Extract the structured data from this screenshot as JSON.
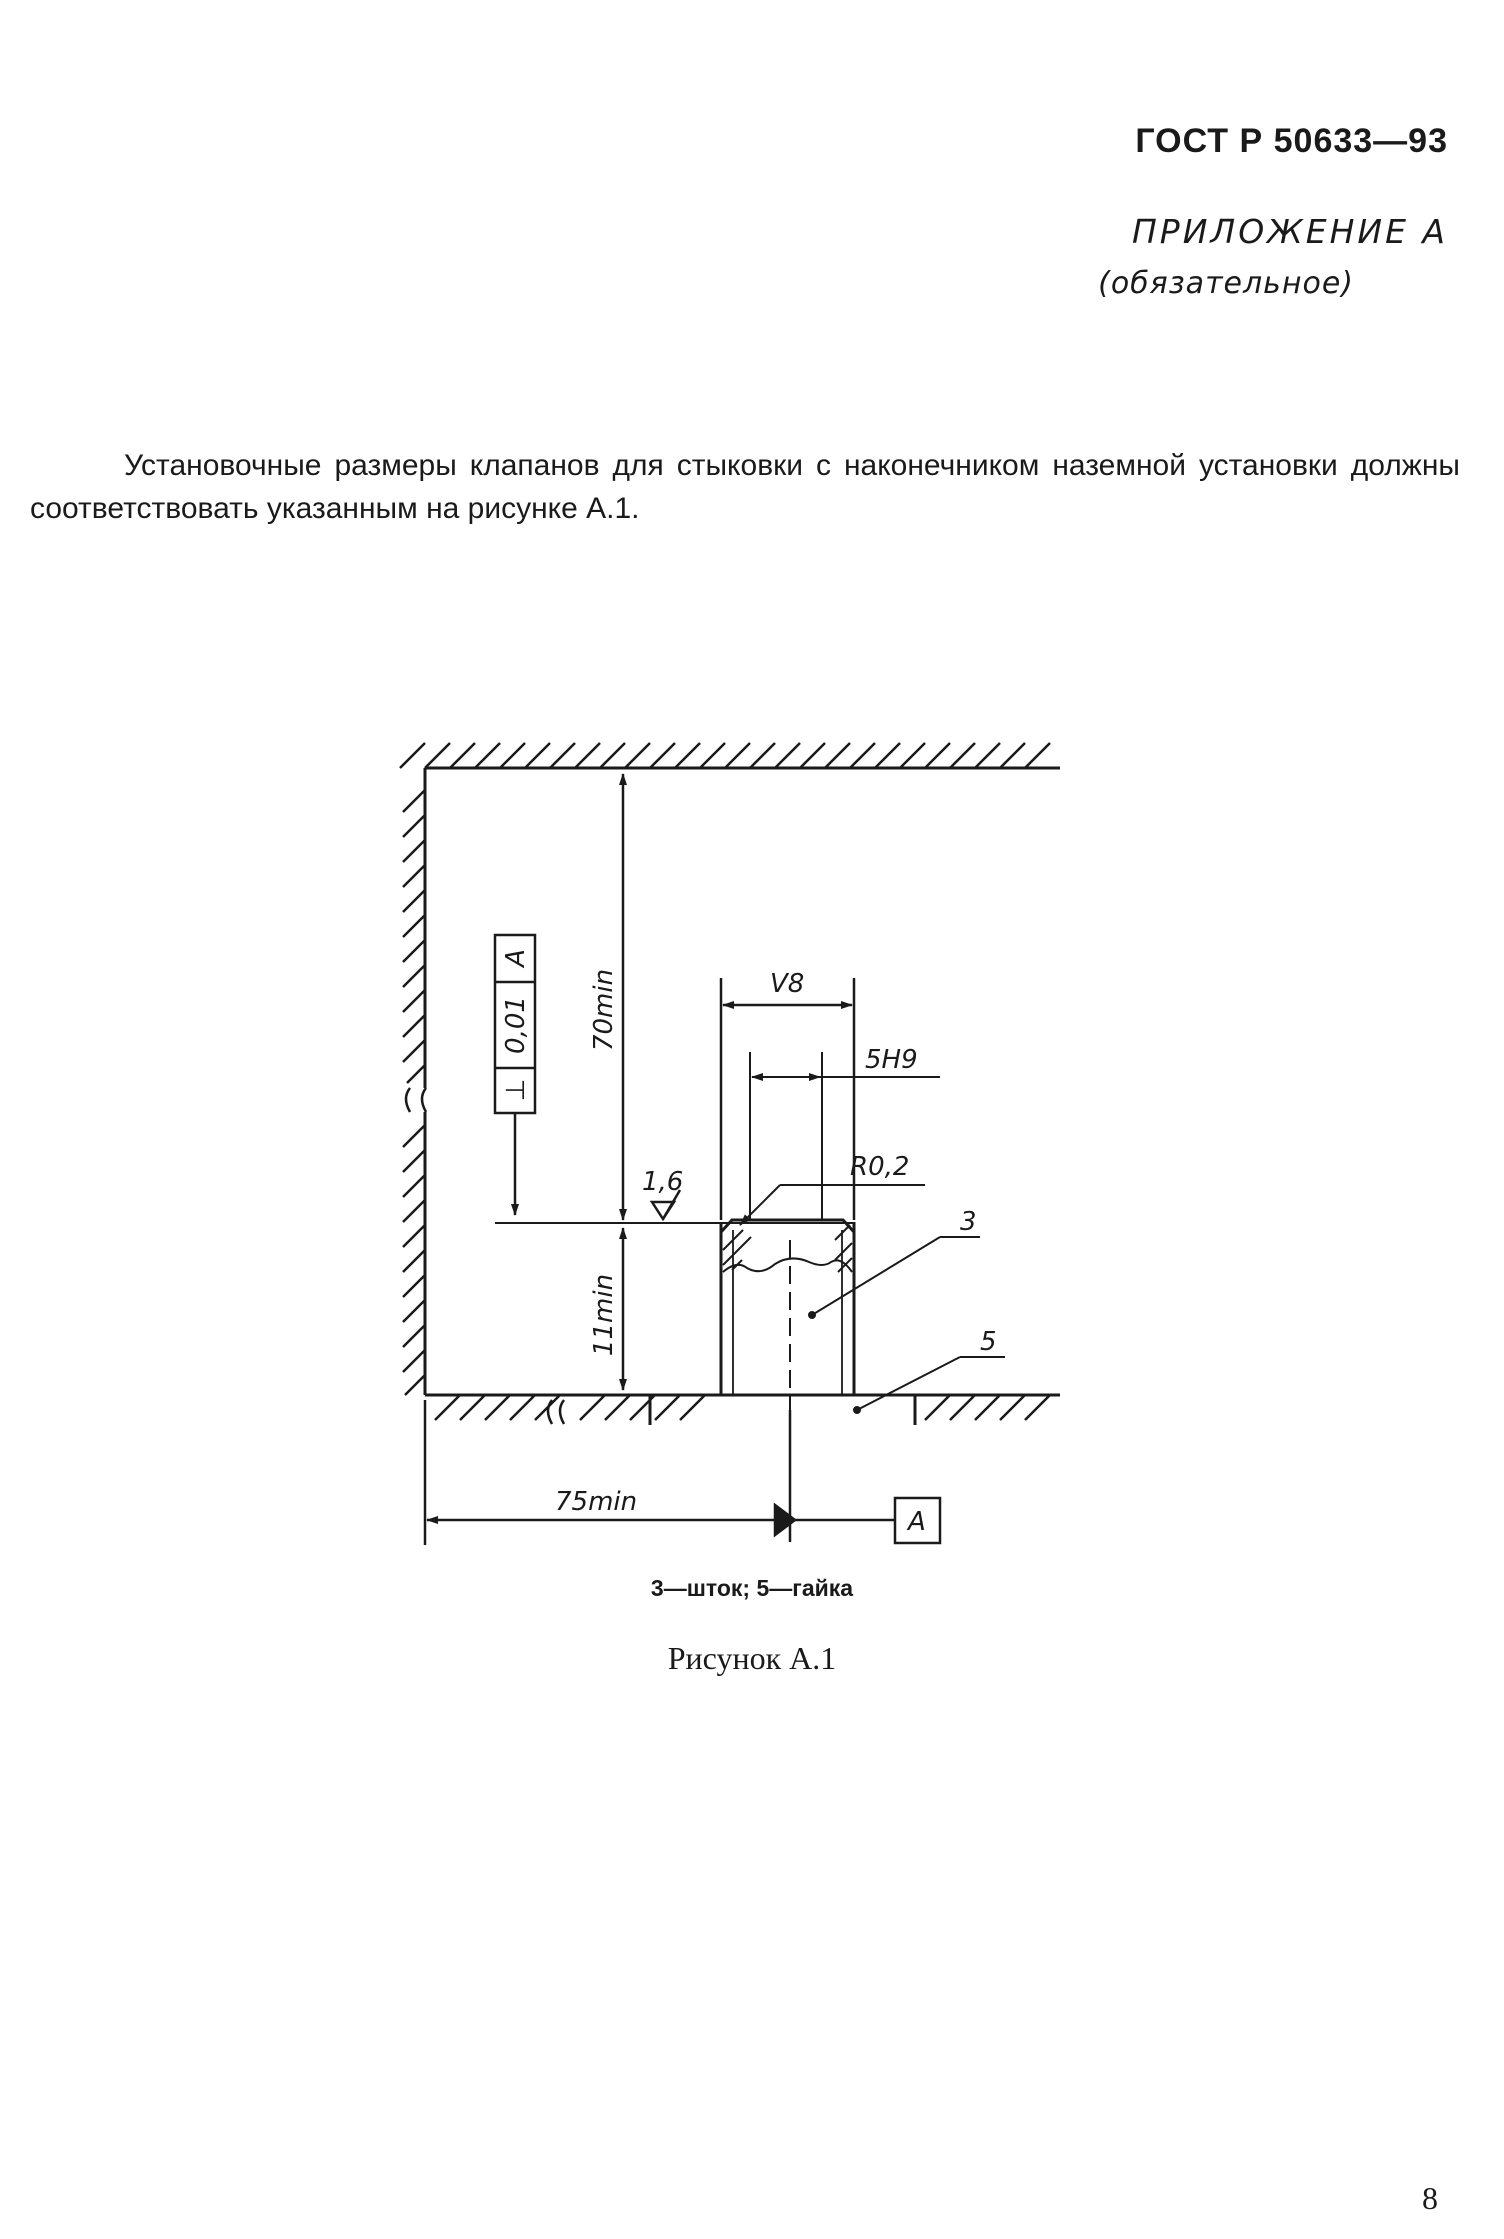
{
  "header": {
    "standard_code": "ГОСТ Р 50633—93",
    "appendix_title": "ПРИЛОЖЕНИЕ А",
    "appendix_note": "(обязательное)"
  },
  "body": {
    "paragraph": "Установочные размеры клапанов для стыковки с наконечником наземной установки должны соответствовать указанным на рисунке А.1."
  },
  "figure": {
    "dim_70": "70min",
    "dim_11": "11min",
    "dim_75": "75min",
    "dim_v8": "V8",
    "dim_5h9": "5H9",
    "radius": "R0,2",
    "roughness": "1,6",
    "tolerance_symbol": "⊥",
    "tolerance_value": "0,01",
    "datum_tolerance": "A",
    "datum_label": "A",
    "leader_3": "3",
    "leader_5": "5",
    "legend": "3—шток; 5—гайка",
    "caption": "Рисунок А.1"
  },
  "page_number": "8"
}
